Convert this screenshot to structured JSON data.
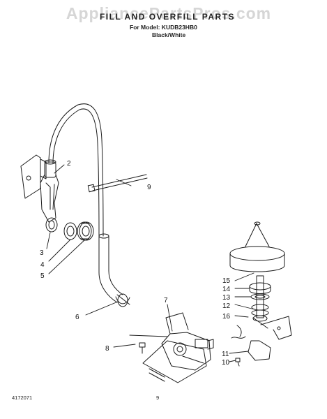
{
  "header": {
    "watermark": "AppliancePartsPros.com",
    "title": "FILL AND OVERFILL PARTS",
    "model": "For Model: KUDB23HB0",
    "color": "Black/White"
  },
  "callouts": [
    "2",
    "9",
    "3",
    "4",
    "5",
    "6",
    "7",
    "8",
    "15",
    "14",
    "13",
    "12",
    "16",
    "11",
    "10"
  ],
  "footer": {
    "doc_number": "4172071",
    "page_number": "9"
  }
}
